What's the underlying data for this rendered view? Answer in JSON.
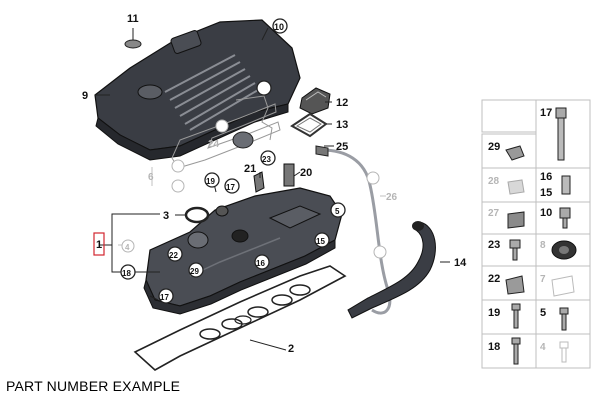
{
  "caption": "PART NUMBER EXAMPLE",
  "callouts": {
    "c1": "1",
    "c2": "2",
    "c3": "3",
    "c4": "4",
    "c5": "5",
    "c6": "6",
    "c7": "7",
    "c8": "8",
    "c9": "9",
    "c10": "10",
    "c11": "11",
    "c12": "12",
    "c13": "13",
    "c14": "14",
    "c15": "15",
    "c16": "16",
    "c17": "17",
    "c18": "18",
    "c19": "19",
    "c20": "20",
    "c21": "21",
    "c22": "22",
    "c23": "23",
    "c24": "24",
    "c25": "25",
    "c26": "26",
    "c27": "27",
    "c28": "28",
    "c29": "29"
  },
  "colors": {
    "engine_cover": "#3a3d44",
    "valve_cover": "#4a4d54",
    "outline": "#222222",
    "grey_label": "#b5b5b5",
    "box_border": "#bfbfbf",
    "highlight_box": "#d2262e"
  }
}
